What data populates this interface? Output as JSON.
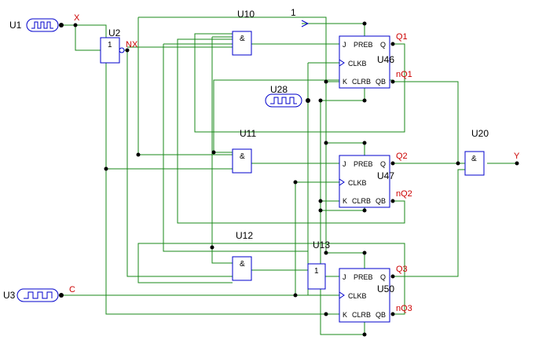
{
  "colors": {
    "wire": "#1a8a1a",
    "component": "#0000cc",
    "net_label": "#cc0000",
    "junction": "#000000"
  },
  "sources": {
    "u1": "U1",
    "u3": "U3",
    "u28": "U28"
  },
  "gates": {
    "u2": "U2",
    "u2_symbol": "1",
    "u10": "U10",
    "u11": "U11",
    "u12": "U12",
    "and_symbol": "&",
    "u13": "U13",
    "u13_symbol": "1",
    "u20": "U20"
  },
  "flipflops": {
    "u46": "U46",
    "u47": "U47",
    "u50": "U50",
    "pins": {
      "j": "J",
      "preb": "PREB",
      "q": "Q",
      "clkb": "CLKB",
      "k": "K",
      "clrb": "CLRB",
      "qb": "QB"
    }
  },
  "nets": {
    "x": "X",
    "nx": "NX",
    "c": "C",
    "y": "Y",
    "q1": "Q1",
    "nq1": "nQ1",
    "q2": "Q2",
    "nq2": "nQ2",
    "q3": "Q3",
    "nq3": "nQ3",
    "logic_one": "1"
  }
}
